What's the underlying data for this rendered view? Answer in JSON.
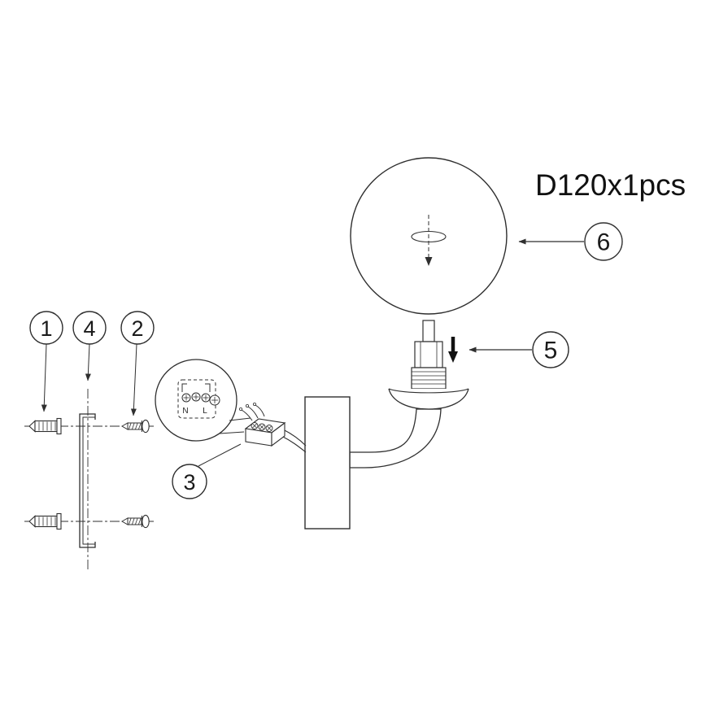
{
  "diagram": {
    "note": "D120x1pcs",
    "callouts": {
      "part1": "1",
      "part2": "2",
      "part3": "3",
      "part4": "4",
      "part5": "5",
      "part6": "6"
    },
    "wiring_detail": {
      "neutral_label": "N",
      "live_label": "L"
    },
    "colors": {
      "line": "#2f2f2f",
      "text": "#111111",
      "background": "#ffffff"
    }
  }
}
